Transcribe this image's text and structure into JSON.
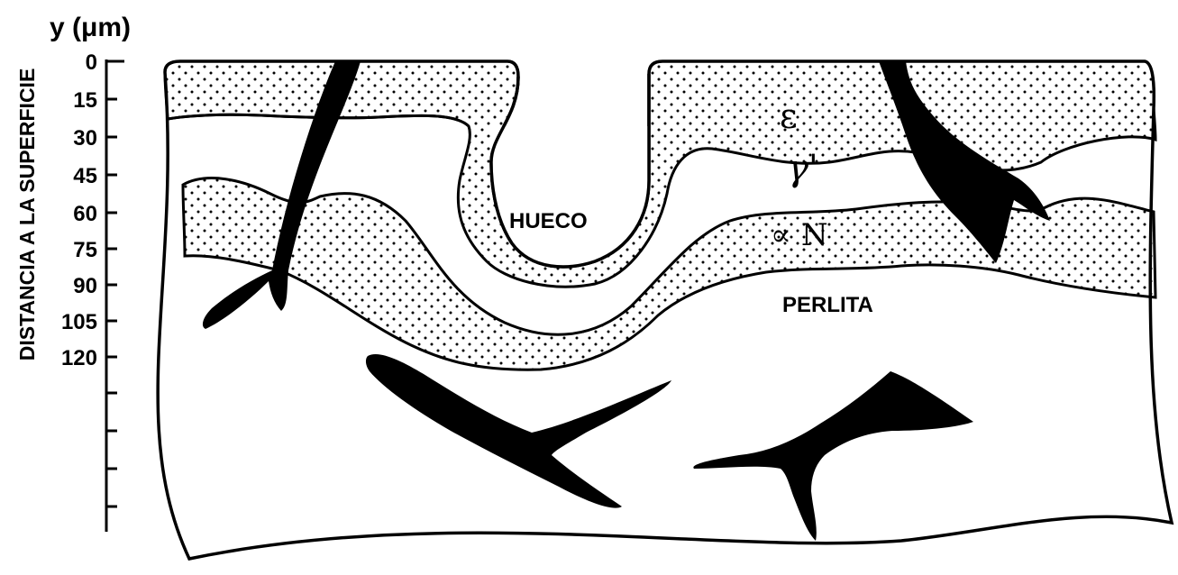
{
  "axis": {
    "unit_label": "y (μm)",
    "title": "DISTANCIA A LA SUPERFICIE",
    "ticks": [
      "0",
      "15",
      "30",
      "45",
      "60",
      "75",
      "90",
      "105",
      "120"
    ]
  },
  "regions": {
    "hueco": "HUECO",
    "perlita": "PERLITA",
    "epsilon": "ε",
    "gamma": "γ'",
    "alpha_n": "∝ N"
  },
  "colors": {
    "ink": "#000000",
    "paper": "#ffffff"
  }
}
